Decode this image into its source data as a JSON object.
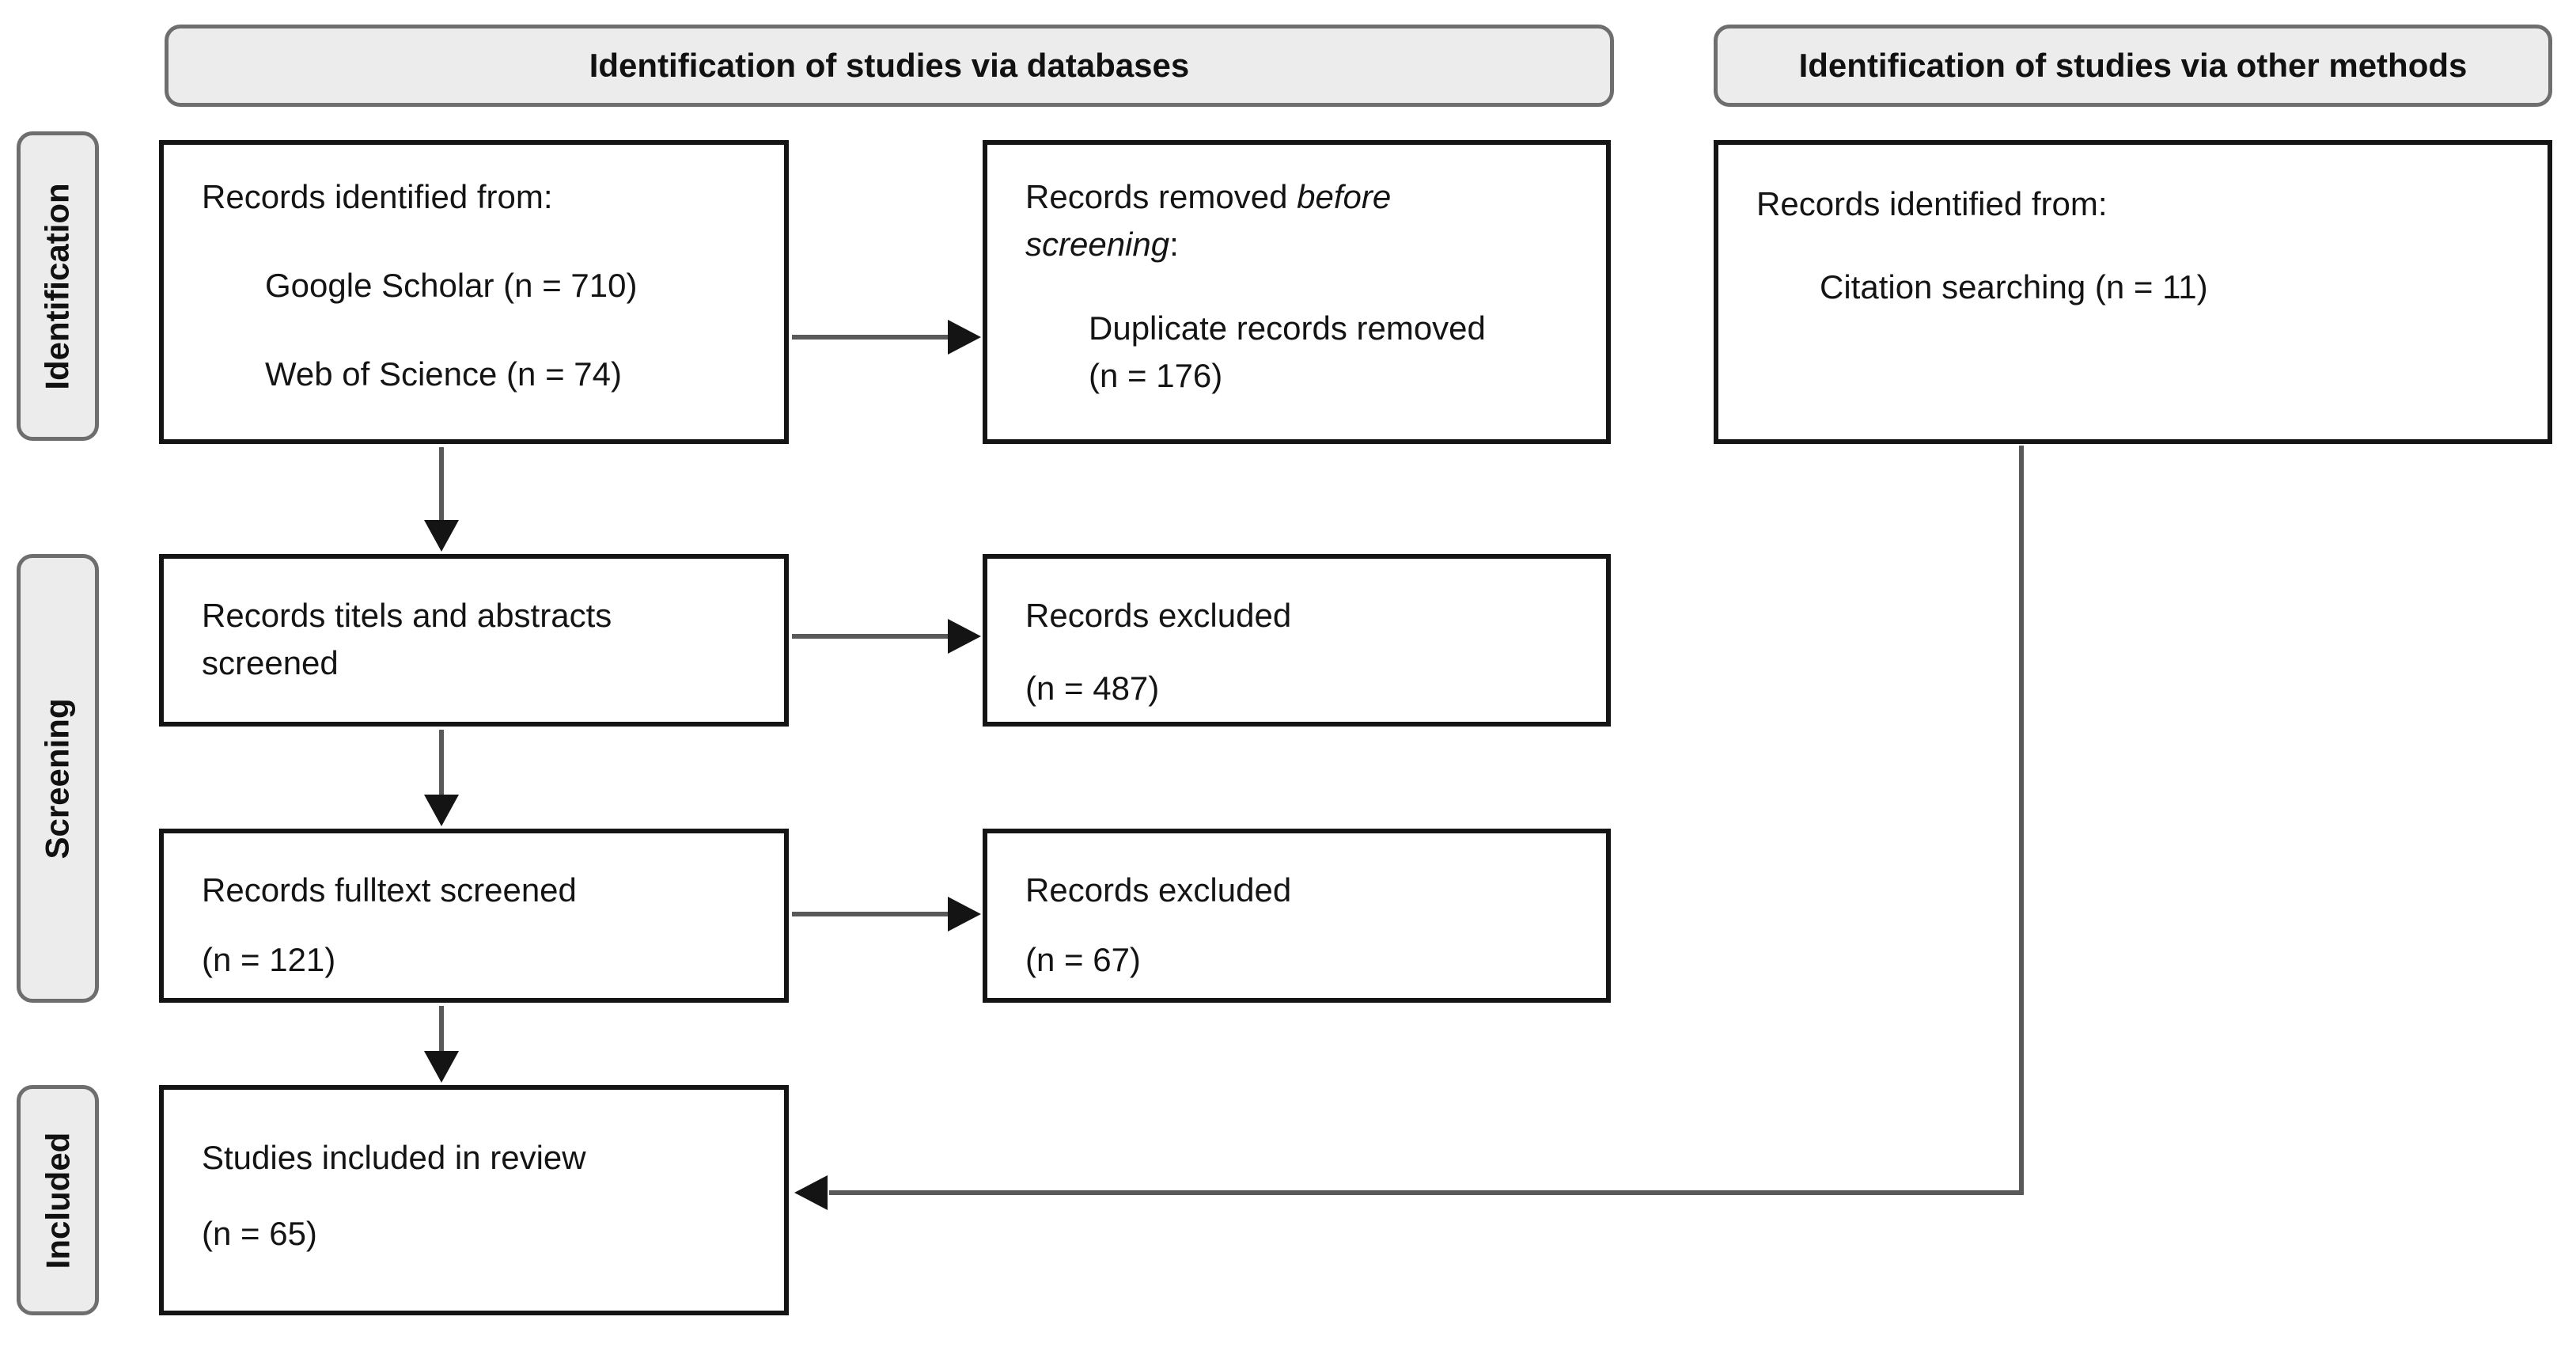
{
  "headers": {
    "databases": "Identification of studies via databases",
    "other_methods": "Identification of studies via other methods"
  },
  "side_labels": {
    "identification": "Identification",
    "screening": "Screening",
    "included": "Included"
  },
  "boxes": {
    "records_identified_databases": {
      "title": "Records identified from:",
      "items": [
        "Google Scholar (n = 710)",
        "Web of Science (n = 74)"
      ]
    },
    "records_removed_before_screening": {
      "title_prefix": "Records removed ",
      "title_italic": "before screening",
      "title_suffix": ":",
      "item_line1": "Duplicate records removed",
      "item_line2": "(n = 176)"
    },
    "records_identified_other": {
      "title": "Records identified from:",
      "items": [
        "Citation searching (n = 11)"
      ]
    },
    "titles_abstracts_screened": {
      "line1": "Records titels and abstracts",
      "line2": "screened"
    },
    "records_excluded_screening": {
      "line1": "Records excluded",
      "line2": "(n = 487)"
    },
    "fulltext_screened": {
      "line1": "Records fulltext screened",
      "line2": "(n = 121)"
    },
    "records_excluded_fulltext": {
      "line1": "Records excluded",
      "line2": "(n = 67)"
    },
    "studies_included": {
      "line1": "Studies included in review",
      "line2": "(n = 65)"
    }
  },
  "colors": {
    "background": "#ffffff",
    "box_border": "#141414",
    "pill_fill": "#ececec",
    "pill_border": "#6e6e6e",
    "text": "#141414",
    "connector_line": "#595959",
    "arrowhead": "#141414"
  }
}
